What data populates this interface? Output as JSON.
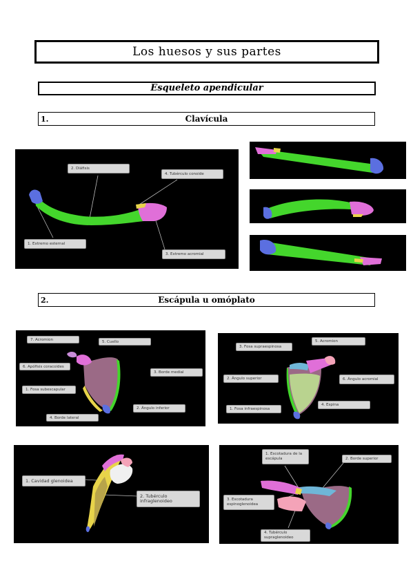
{
  "title": "Los huesos y sus partes",
  "subtitle": "Esqueleto apendicular",
  "sections": [
    {
      "number": "1.",
      "name": "Clavícula"
    },
    {
      "number": "2.",
      "name": "Escápula u omóplato"
    }
  ],
  "clavicle_main_labels": {
    "diafisis": "2. Diáfisis",
    "tuberculo": "4. Tubérculo conoide",
    "esternal": "1. Extremo esternal",
    "acromial": "3. Extremo acromial"
  },
  "scapula_anterior_labels": {
    "acromion": "7. Acromion",
    "cuello": "5. Cuello",
    "coracoides": "6. Apófisis coracoides",
    "borde_medial": "3. Borde medial",
    "fosa_subescapular": "1. Fosa subescapular",
    "angulo_inferior": "2. Ángulo inferior",
    "borde_lateral": "4. Borde lateral"
  },
  "scapula_posterior_labels": {
    "fosa_supra": "3. Fosa supraespinosa",
    "acromion": "5. Acromion",
    "angulo_superior": "2. Ángulo superior",
    "angulo_acromial": "6. Ángulo acromial",
    "espina": "4. Espina",
    "fosa_infra": "1. Fosa infraespinosa"
  },
  "scapula_lateral_labels": {
    "cavidad": "1. Cavidad glenoidea",
    "tuberculo_infra": "2. Tubérculo infraglenoideo"
  },
  "scapula_superior_labels": {
    "escotadura": "1. Escotadura de la escápula",
    "borde_superior": "2. Borde superior",
    "espinoglenoidea": "3. Escotadura espinoglenoidea",
    "supraglenoideo": "4. Tubérculo supraglenoideo"
  },
  "colors": {
    "shaft": "#44d62c",
    "medial_end": "#5b6fe0",
    "lateral_end": "#e06fd8",
    "tubercle": "#e8d44a",
    "fossa": "#9b6a86"
  }
}
